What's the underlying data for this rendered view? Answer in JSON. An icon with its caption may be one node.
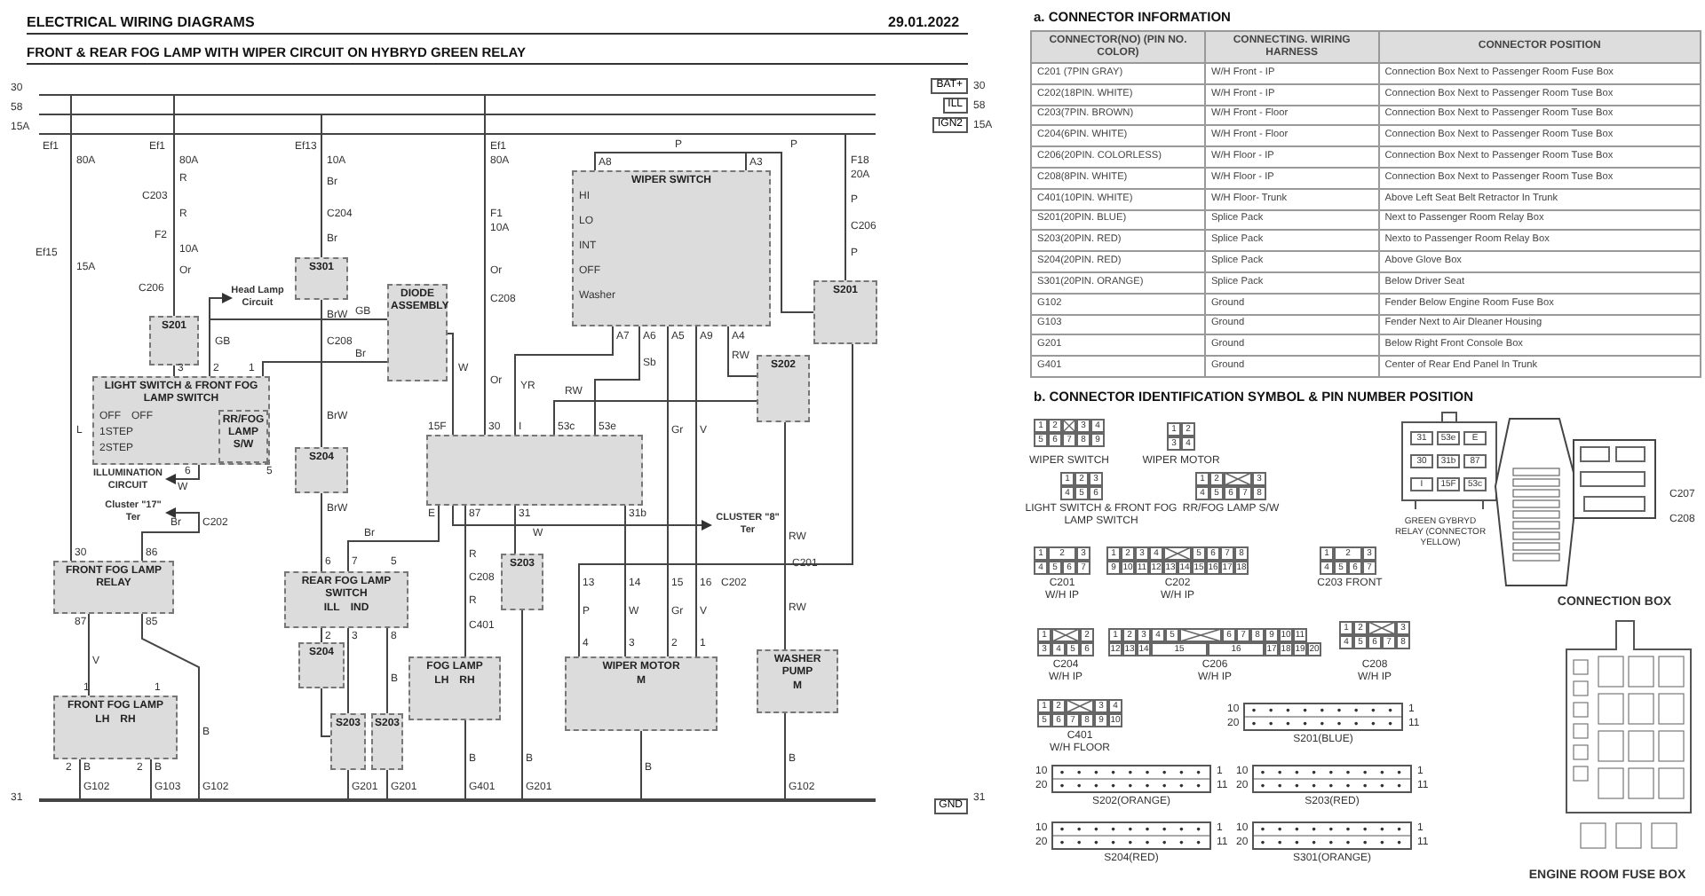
{
  "diagram": {
    "title": "ELECTRICAL WIRING DIAGRAMS",
    "nodes": [
      {
        "text": [
          "BAT+"
        ],
        "beside": [
          "30",
          "30"
        ]
      },
      {
        "text": [
          "ILL"
        ],
        "beside": [
          "58",
          "58"
        ]
      },
      {
        "text": [
          "IGN2"
        ],
        "beside": [
          "15A",
          "15A"
        ]
      },
      {
        "text": [
          "GND"
        ],
        "beside": [
          "31",
          "31"
        ]
      },
      {
        "text": [
          "WIPER SWITCH"
        ]
      },
      {
        "text": [
          "DIODE ASSEMBLY"
        ]
      },
      {
        "text": [
          "LIGHT SWITCH & FRONT FOG LAMP SWITCH"
        ]
      },
      {
        "text": [
          "RR/FOG LAMP S/W"
        ],
        "in": 6
      },
      {
        "text": [
          "S301"
        ]
      },
      {
        "text": [
          "S201"
        ]
      },
      {
        "text": [
          "S201"
        ]
      },
      {
        "text": [
          "S202"
        ]
      },
      {
        "text": [],
        "shape": "box"
      },
      {
        "text": [
          "S204"
        ]
      },
      {
        "text": [
          "FRONT FOG LAMP RELAY"
        ]
      },
      {
        "text": [
          "REAR FOG LAMP SWITCH",
          "ILL",
          "IND"
        ]
      },
      {
        "text": [
          "S204"
        ]
      },
      {
        "text": [
          "S203"
        ]
      },
      {
        "text": [
          "S203"
        ]
      },
      {
        "text": [
          "FOG LAMP",
          "LH",
          "RH"
        ]
      },
      {
        "text": [
          "S203"
        ]
      },
      {
        "text": [
          "FRONT FOG LAMP",
          "LH",
          "RH"
        ]
      },
      {
        "text": [
          "WIPER MOTOR",
          "M"
        ]
      },
      {
        "text": [
          "WASHER PUMP",
          "M"
        ]
      },
      {
        "text": [
          "Head Lamp Circuit"
        ]
      },
      {
        "text": [
          "ILLUMINATION CIRCUIT"
        ]
      },
      {
        "text": [
          "Cluster \"17\" Ter"
        ]
      },
      {
        "text": [
          "CLUSTER \"8\" Ter"
        ]
      }
    ],
    "edges": [
      {
        "from": 0,
        "to": 14,
        "arrow": "none"
      },
      {
        "from": 0,
        "to": 9,
        "arrow": "none"
      },
      {
        "from": 9,
        "to": 6,
        "arrow": "none"
      },
      {
        "from": 1,
        "to": 8,
        "arrow": "none"
      },
      {
        "from": 8,
        "to": 13,
        "arrow": "none"
      },
      {
        "from": 13,
        "to": 15,
        "arrow": "none"
      },
      {
        "from": 0,
        "to": 12,
        "arrow": "none"
      },
      {
        "from": 6,
        "to": 24,
        "arrow": "to"
      },
      {
        "from": 6,
        "to": 5,
        "arrow": "none"
      },
      {
        "from": 5,
        "to": 12,
        "arrow": "none"
      },
      {
        "from": 6,
        "to": 5,
        "arrow": "none"
      },
      {
        "from": 6,
        "to": 25,
        "arrow": "to"
      },
      {
        "from": 14,
        "to": 26,
        "arrow": "to"
      },
      {
        "from": 14,
        "to": 21,
        "arrow": "none"
      },
      {
        "from": 14,
        "to": 3,
        "arrow": "none"
      },
      {
        "from": 21,
        "to": 3,
        "arrow": "none"
      },
      {
        "from": 21,
        "to": 3,
        "arrow": "none"
      },
      {
        "from": 12,
        "to": 19,
        "arrow": "none"
      },
      {
        "from": 12,
        "to": 15,
        "arrow": "none"
      },
      {
        "from": 15,
        "to": 16,
        "arrow": "none"
      },
      {
        "from": 16,
        "to": 17,
        "arrow": "none"
      },
      {
        "from": 15,
        "to": 17,
        "arrow": "none"
      },
      {
        "from": 17,
        "to": 3,
        "arrow": "none"
      },
      {
        "from": 15,
        "to": 18,
        "arrow": "none"
      },
      {
        "from": 18,
        "to": 3,
        "arrow": "none"
      },
      {
        "from": 19,
        "to": 3,
        "arrow": "none"
      },
      {
        "from": 12,
        "to": 20,
        "arrow": "none"
      },
      {
        "from": 20,
        "to": 3,
        "arrow": "none"
      },
      {
        "from": 4,
        "to": 12,
        "arrow": "none"
      },
      {
        "from": 4,
        "to": 12,
        "arrow": "none"
      },
      {
        "from": 12,
        "to": 22,
        "arrow": "none"
      },
      {
        "from": 4,
        "to": 22,
        "arrow": "none"
      },
      {
        "from": 4,
        "to": 22,
        "arrow": "none"
      },
      {
        "from": 4,
        "to": 11,
        "arrow": "none"
      },
      {
        "from": 11,
        "to": 12,
        "arrow": "none"
      },
      {
        "from": 11,
        "to": 23,
        "arrow": "none"
      },
      {
        "from": 23,
        "to": 3,
        "arrow": "none"
      },
      {
        "from": 22,
        "to": 3,
        "arrow": "none"
      },
      {
        "from": 2,
        "to": 10,
        "arrow": "none"
      },
      {
        "from": 10,
        "to": 4,
        "arrow": "none"
      },
      {
        "from": 10,
        "to": 4,
        "arrow": "none"
      },
      {
        "from": 10,
        "to": 22,
        "arrow": "none"
      },
      {
        "from": 12,
        "to": 27,
        "arrow": "to"
      }
    ],
    "labels": [
      "29.01.2022",
      "FRONT & REAR FOG LAMP WITH WIPER CIRCUIT ON HYBRYD GREEN RELAY",
      "Ef1",
      "80A",
      "Ef15",
      "15A",
      "L",
      "Ef1",
      "80A",
      "R",
      "C203",
      "R",
      "F2",
      "10A",
      "Or",
      "C206",
      "3",
      "2",
      "1",
      "GB",
      "OFF",
      "OFF",
      "1STEP",
      "2STEP",
      "6",
      "5",
      "W",
      "Ef13",
      "10A",
      "Br",
      "C204",
      "Br",
      "BrW",
      "C208",
      "BrW",
      "BrW",
      "GB",
      "Br",
      "W",
      "Ef1",
      "80A",
      "F1",
      "10A",
      "Or",
      "C208",
      "Or",
      "YR",
      "P",
      "P",
      "A8",
      "A3",
      "HI",
      "LO",
      "INT",
      "OFF",
      "Washer",
      "A7",
      "A6",
      "A5",
      "A9",
      "A4",
      "Sb",
      "RW",
      "RW",
      "Gr",
      "V",
      "F18",
      "20A",
      "P",
      "C206",
      "P",
      "15F",
      "30",
      "I",
      "53c",
      "53e",
      "E",
      "87",
      "31",
      "31b",
      "Br",
      "W",
      "R",
      "C208",
      "R",
      "C401",
      "6",
      "7",
      "5",
      "2",
      "3",
      "8",
      "B",
      "30",
      "86",
      "87",
      "85",
      "V",
      "Br",
      "C202",
      "1",
      "1",
      "2",
      "B",
      "2",
      "B",
      "G102",
      "G103",
      "B",
      "G102",
      "G201",
      "G201",
      "B",
      "G401",
      "B",
      "G201",
      "13",
      "14",
      "15",
      "16",
      "C202",
      "P",
      "W",
      "Gr",
      "V",
      "4",
      "3",
      "2",
      "1",
      "B",
      "RW",
      "C201",
      "RW",
      "B",
      "G102",
      "a. CONNECTOR INFORMATION",
      "CONNECTOR(NO) (PIN NO. COLOR)",
      "CONNECTING. WIRING HARNESS",
      "CONNECTOR POSITION",
      "C201 (7PIN GRAY)",
      "W/H Front - IP",
      "Connection Box Next to Passenger Room Fuse Box",
      "C202(18PIN. WHITE)",
      "W/H Front - IP",
      "Connection Box Next to Passenger Room Tuse Box",
      "C203(7PIN. BROWN)",
      "W/H Front - Floor",
      "Connection Box Next to Passenger Room Tuse Box",
      "C204(6PIN. WHITE)",
      "W/H Front - Floor",
      "Connection Box Next to Passenger Room Tuse Box",
      "C206(20PIN. COLORLESS)",
      "W/H Floor - IP",
      "Connection Box Next to Passenger Room Tuse Box",
      "C208(8PIN. WHITE)",
      "W/H Floor - IP",
      "Connection Box Next to Passenger Room Tuse Box",
      "C401(10PIN. WHITE)",
      "W/H Floor- Trunk",
      "Above Left Seat Belt Retractor In Trunk",
      "S201(20PIN. BLUE)",
      "Splice Pack",
      "Next to Passenger Room Relay Box",
      "S203(20PIN. RED)",
      "Splice Pack",
      "Nexto to Passenger Room Relay Box",
      "S204(20PIN. RED)",
      "Splice Pack",
      "Above Glove Box",
      "S301(20PIN. ORANGE)",
      "Splice Pack",
      "Below Driver Seat",
      "G102",
      "Ground",
      "Fender Below Engine Room Fuse Box",
      "G103",
      "Ground",
      "Fender Next to Air Dleaner Housing",
      "G201",
      "Ground",
      "Below Right Front Console Box",
      "G401",
      "Ground",
      "Center of Rear End Panel In Trunk",
      "b. CONNECTOR IDENTIFICATION SYMBOL & PIN NUMBER POSITION",
      "1",
      "2",
      "3",
      "4",
      "5",
      "6",
      "7",
      "8",
      "9",
      "WIPER SWITCH",
      "1",
      "2",
      "3",
      "4",
      "WIPER MOTOR",
      "1",
      "2",
      "3",
      "4",
      "5",
      "6",
      "LIGHT SWITCH & FRONT FOG LAMP SWITCH",
      "1",
      "2",
      "3",
      "4",
      "5",
      "6",
      "7",
      "8",
      "RR/FOG LAMP S/W",
      "1",
      "2",
      "3",
      "4",
      "5",
      "6",
      "7",
      "C201",
      "W/H IP",
      "1",
      "2",
      "3",
      "4",
      "5",
      "6",
      "7",
      "8",
      "9",
      "10",
      "11",
      "12",
      "13",
      "14",
      "15",
      "16",
      "17",
      "18",
      "C202",
      "W/H IP",
      "1",
      "2",
      "3",
      "4",
      "5",
      "6",
      "7",
      "C203 FRONT",
      "1",
      "2",
      "3",
      "4",
      "5",
      "6",
      "C204",
      "W/H IP",
      "1",
      "2",
      "3",
      "4",
      "5",
      "6",
      "7",
      "8",
      "9",
      "10",
      "11",
      "12",
      "13",
      "14",
      "15",
      "16",
      "17",
      "18",
      "19",
      "20",
      "C206",
      "W/H IP",
      "1",
      "2",
      "3",
      "4",
      "5",
      "6",
      "7",
      "8",
      "C208",
      "W/H IP",
      "1",
      "2",
      "3",
      "4",
      "5",
      "6",
      "7",
      "8",
      "9",
      "10",
      "C401",
      "W/H FLOOR",
      "10",
      "20",
      "1",
      "11",
      "S201(BLUE)",
      "10",
      "20",
      "1",
      "11",
      "S202(ORANGE)",
      "10",
      "20",
      "1",
      "11",
      "S203(RED)",
      "10",
      "20",
      "1",
      "11",
      "S204(RED)",
      "10",
      "20",
      "1",
      "11",
      "S301(ORANGE)",
      "31",
      "53e",
      "E",
      "30",
      "31b",
      "87",
      "I",
      "15F",
      "53c",
      "GREEN GYBRYD RELAY (CONNECTOR YELLOW)",
      "C207",
      "C208",
      "CONNECTION BOX",
      "ENGINE ROOM FUSE BOX"
    ]
  }
}
